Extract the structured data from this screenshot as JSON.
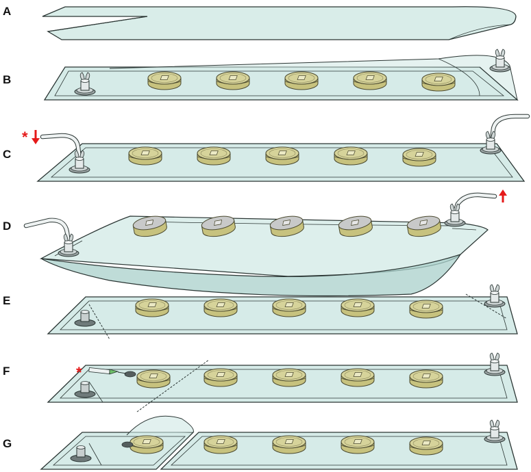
{
  "steps": [
    {
      "id": "A",
      "label": "A"
    },
    {
      "id": "B",
      "label": "B"
    },
    {
      "id": "C",
      "label": "C"
    },
    {
      "id": "D",
      "label": "D"
    },
    {
      "id": "E",
      "label": "E"
    },
    {
      "id": "F",
      "label": "F"
    },
    {
      "id": "G",
      "label": "G"
    }
  ],
  "markers": {
    "step_c": "*",
    "step_f": "*"
  },
  "colors": {
    "bag_fill": "#cfe8e4",
    "bag_fill_dark": "#a9d0cb",
    "bag_stroke": "#2a3533",
    "dish_fill": "#d6d39a",
    "dish_side": "#c7c27e",
    "dish_stroke": "#4b4a30",
    "tube_fill": "#eef2f2",
    "port_fill": "#bfc6c6",
    "arrow_red": "#e51a1a",
    "needle_green": "#6fbf6a"
  }
}
